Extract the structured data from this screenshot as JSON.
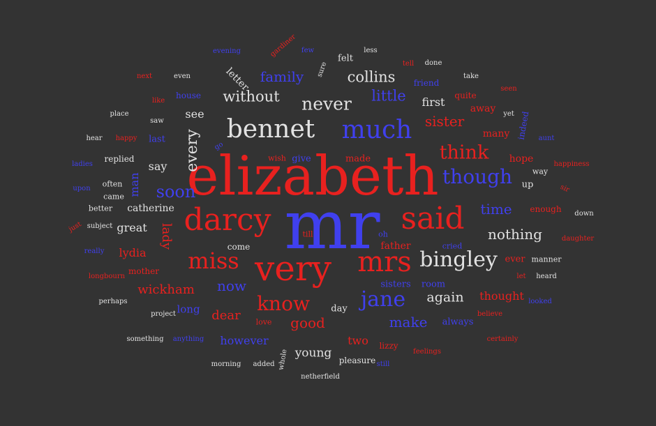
{
  "colors": {
    "background": "#333333",
    "red": "#e8211f",
    "blue": "#4040ee",
    "white": "#e2e2e2"
  },
  "words": [
    {
      "text": "mr",
      "color": "b"
    },
    {
      "text": "elizabeth",
      "color": "r"
    },
    {
      "text": "very",
      "color": "r"
    },
    {
      "text": "said",
      "color": "r"
    },
    {
      "text": "darcy",
      "color": "r"
    },
    {
      "text": "mrs",
      "color": "r"
    },
    {
      "text": "bennet",
      "color": "g"
    },
    {
      "text": "much",
      "color": "b"
    },
    {
      "text": "miss",
      "color": "r"
    },
    {
      "text": "bingley",
      "color": "g"
    },
    {
      "text": "jane",
      "color": "b"
    },
    {
      "text": "know",
      "color": "r"
    },
    {
      "text": "though",
      "color": "b"
    },
    {
      "text": "think",
      "color": "r"
    },
    {
      "text": "never",
      "color": "g"
    },
    {
      "text": "soon",
      "color": "b"
    },
    {
      "text": "every",
      "color": "g"
    },
    {
      "text": "without",
      "color": "g"
    },
    {
      "text": "collins",
      "color": "g"
    },
    {
      "text": "little",
      "color": "b"
    },
    {
      "text": "family",
      "color": "b"
    },
    {
      "text": "sister",
      "color": "r"
    },
    {
      "text": "time",
      "color": "b"
    },
    {
      "text": "nothing",
      "color": "g"
    },
    {
      "text": "now",
      "color": "b"
    },
    {
      "text": "make",
      "color": "b"
    },
    {
      "text": "good",
      "color": "r"
    },
    {
      "text": "again",
      "color": "g"
    },
    {
      "text": "wickham",
      "color": "r"
    },
    {
      "text": "lady",
      "color": "r"
    },
    {
      "text": "dear",
      "color": "r"
    },
    {
      "text": "however",
      "color": "b"
    },
    {
      "text": "young",
      "color": "g"
    },
    {
      "text": "two",
      "color": "r"
    },
    {
      "text": "thought",
      "color": "r"
    },
    {
      "text": "lydia",
      "color": "r"
    },
    {
      "text": "great",
      "color": "g"
    },
    {
      "text": "man",
      "color": "b"
    },
    {
      "text": "say",
      "color": "g"
    },
    {
      "text": "see",
      "color": "g"
    },
    {
      "text": "first",
      "color": "g"
    },
    {
      "text": "catherine",
      "color": "g"
    },
    {
      "text": "long",
      "color": "b"
    },
    {
      "text": "letter",
      "color": "g"
    },
    {
      "text": "many",
      "color": "r"
    },
    {
      "text": "hope",
      "color": "r"
    },
    {
      "text": "away",
      "color": "r"
    },
    {
      "text": "father",
      "color": "r"
    },
    {
      "text": "day",
      "color": "g"
    },
    {
      "text": "felt",
      "color": "g"
    },
    {
      "text": "always",
      "color": "b"
    },
    {
      "text": "sisters",
      "color": "b"
    },
    {
      "text": "room",
      "color": "b"
    },
    {
      "text": "pleasure",
      "color": "g"
    },
    {
      "text": "made",
      "color": "r"
    },
    {
      "text": "up",
      "color": "g"
    },
    {
      "text": "ever",
      "color": "r"
    },
    {
      "text": "give",
      "color": "b"
    },
    {
      "text": "last",
      "color": "b"
    },
    {
      "text": "replied",
      "color": "g"
    },
    {
      "text": "house",
      "color": "b"
    },
    {
      "text": "friend",
      "color": "b"
    },
    {
      "text": "quite",
      "color": "r"
    },
    {
      "text": "come",
      "color": "g"
    },
    {
      "text": "enough",
      "color": "r"
    },
    {
      "text": "lizzy",
      "color": "r"
    },
    {
      "text": "cried",
      "color": "b"
    },
    {
      "text": "manner",
      "color": "g"
    },
    {
      "text": "wish",
      "color": "r"
    },
    {
      "text": "mother",
      "color": "r"
    },
    {
      "text": "indeed",
      "color": "b"
    },
    {
      "text": "way",
      "color": "g"
    },
    {
      "text": "often",
      "color": "g"
    },
    {
      "text": "came",
      "color": "g"
    },
    {
      "text": "better",
      "color": "g"
    },
    {
      "text": "oh",
      "color": "b"
    },
    {
      "text": "love",
      "color": "r"
    },
    {
      "text": "till",
      "color": "r"
    },
    {
      "text": "done",
      "color": "g"
    },
    {
      "text": "sure",
      "color": "g"
    },
    {
      "text": "feelings",
      "color": "r"
    },
    {
      "text": "heard",
      "color": "g"
    },
    {
      "text": "yet",
      "color": "g"
    },
    {
      "text": "saw",
      "color": "g"
    },
    {
      "text": "like",
      "color": "r"
    },
    {
      "text": "place",
      "color": "g"
    },
    {
      "text": "hear",
      "color": "g"
    },
    {
      "text": "happy",
      "color": "r"
    },
    {
      "text": "go",
      "color": "b"
    },
    {
      "text": "ladies",
      "color": "b"
    },
    {
      "text": "upon",
      "color": "b"
    },
    {
      "text": "subject",
      "color": "g"
    },
    {
      "text": "just",
      "color": "r"
    },
    {
      "text": "really",
      "color": "b"
    },
    {
      "text": "longbourn",
      "color": "r"
    },
    {
      "text": "perhaps",
      "color": "g"
    },
    {
      "text": "project",
      "color": "g"
    },
    {
      "text": "something",
      "color": "g"
    },
    {
      "text": "anything",
      "color": "b"
    },
    {
      "text": "morning",
      "color": "g"
    },
    {
      "text": "added",
      "color": "g"
    },
    {
      "text": "whole",
      "color": "g"
    },
    {
      "text": "netherfield",
      "color": "g"
    },
    {
      "text": "still",
      "color": "b"
    },
    {
      "text": "certainly",
      "color": "r"
    },
    {
      "text": "believe",
      "color": "r"
    },
    {
      "text": "looked",
      "color": "b"
    },
    {
      "text": "let",
      "color": "r"
    },
    {
      "text": "daughter",
      "color": "r"
    },
    {
      "text": "down",
      "color": "g"
    },
    {
      "text": "sir",
      "color": "r"
    },
    {
      "text": "happiness",
      "color": "r"
    },
    {
      "text": "aunt",
      "color": "b"
    },
    {
      "text": "seen",
      "color": "r"
    },
    {
      "text": "take",
      "color": "g"
    },
    {
      "text": "tell",
      "color": "r"
    },
    {
      "text": "less",
      "color": "g"
    },
    {
      "text": "few",
      "color": "b"
    },
    {
      "text": "gardiner",
      "color": "r"
    },
    {
      "text": "evening",
      "color": "b"
    },
    {
      "text": "next",
      "color": "r"
    },
    {
      "text": "even",
      "color": "g"
    }
  ]
}
